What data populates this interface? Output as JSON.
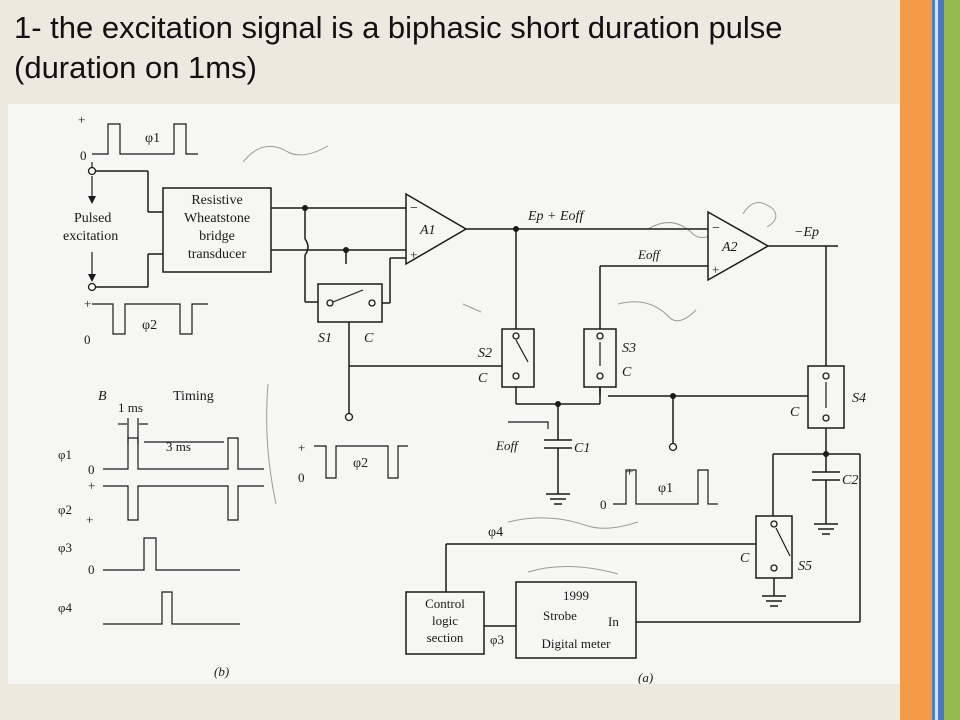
{
  "slide": {
    "title": "1- the excitation signal is a biphasic short duration pulse (duration on 1ms)"
  },
  "colors": {
    "background": "#ece9df",
    "stripe_orange": "#f59a47",
    "stripe_blue": "#4a78c8",
    "stripe_green": "#93b94f"
  },
  "diagram": {
    "phi1": "φ1",
    "phi2": "φ2",
    "phi3": "φ3",
    "phi4": "φ4",
    "plus": "+",
    "minus": "−",
    "zero": "0",
    "pulsed_excitation": [
      "Pulsed",
      "excitation"
    ],
    "bridge": [
      "Resistive",
      "Wheatstone",
      "bridge",
      "transducer"
    ],
    "a1": "A1",
    "a2": "A2",
    "ep_eoff": "Ep + Eoff",
    "eoff": "Eoff",
    "minus_ep": "−Ep",
    "s1": "S1",
    "s2": "S2",
    "s3": "S3",
    "s4": "S4",
    "s5": "S5",
    "c": "C",
    "c1": "C1",
    "c2": "C2",
    "b": "B",
    "timing": "Timing",
    "one_ms": "1 ms",
    "three_ms": "3 ms",
    "control": [
      "Control",
      "logic",
      "section"
    ],
    "meter": [
      "1999",
      "Strobe",
      "In",
      "Digital meter"
    ],
    "fig_b": "(b)",
    "fig_a": "(a)"
  }
}
